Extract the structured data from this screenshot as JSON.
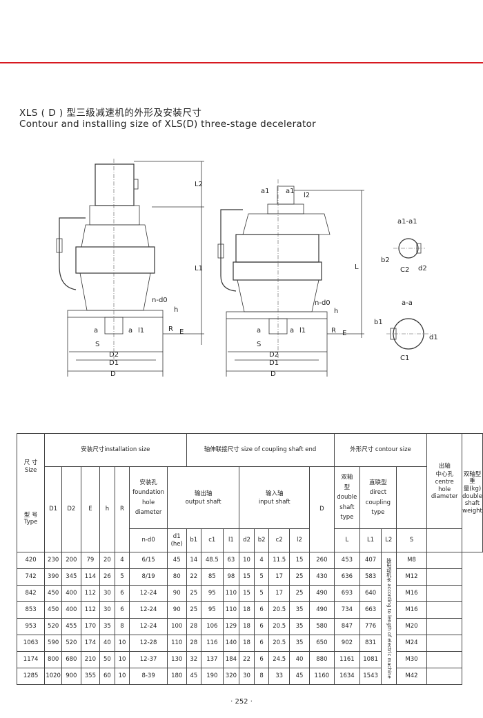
{
  "title_cn": "XLS ( D ) 型三级减速机的外形及安装尺寸",
  "title_en": "Contour and installing size of XLS(D) three-stage decelerator",
  "drawing_labels": {
    "L2": "L2",
    "L1": "L1",
    "L": "L",
    "l2": "l2",
    "l1": "l1",
    "a1": "a1",
    "n_d0": "n-d0",
    "h": "h",
    "R": "R",
    "E": "E",
    "a": "a",
    "S": "S",
    "D2": "D2",
    "D1": "D1",
    "D": "D",
    "section_a1": "a1-a1",
    "b2": "b2",
    "C2": "C2",
    "d2": "d2",
    "section_a": "a-a",
    "b1": "b1",
    "d1": "d1",
    "C1": "C1"
  },
  "table": {
    "corner_size_cn": "尺 寸",
    "corner_size_en": "Size",
    "corner_type_cn": "型 号",
    "corner_type_en": "Type",
    "group_install": "安装尺寸installation size",
    "group_coupling": "轴伸联接尺寸 size of coupling shaft end",
    "group_contour": "外形尺寸 contour size",
    "centre_hole": [
      "出轴",
      "中心孔",
      "centre",
      "hole",
      "diameter"
    ],
    "weight": [
      "双轴型重",
      "量(kg)",
      "double",
      "shaft",
      "weight"
    ],
    "foundation": [
      "安装孔",
      "foundation",
      "hole",
      "diameter"
    ],
    "output_shaft": [
      "输出轴",
      "output shaft"
    ],
    "input_shaft": [
      "输入轴",
      "input shaft"
    ],
    "double_shaft": [
      "双轴",
      "型double",
      "shaft",
      "type"
    ],
    "direct_coupling": [
      "直联型",
      "direct",
      "coupling",
      "type"
    ],
    "install_cols": [
      "D1",
      "D2",
      "E",
      "h",
      "R"
    ],
    "D": "D",
    "sub_ndo": "n-d0",
    "sub_d1": "d1",
    "sub_he": "(he)",
    "sub_rest": [
      "b1",
      "c1",
      "l1",
      "d2",
      "b2",
      "c2",
      "l2"
    ],
    "sub_L": "L",
    "sub_L1": "L1",
    "sub_L2": "L2",
    "sub_S": "S",
    "motor_note": "按电动机长 according to length of electric machine",
    "rows": [
      [
        "420",
        "230",
        "200",
        "79",
        "20",
        "4",
        "6/15",
        "45",
        "14",
        "48.5",
        "63",
        "10",
        "4",
        "11.5",
        "15",
        "260",
        "453",
        "407",
        "M8"
      ],
      [
        "742",
        "390",
        "345",
        "114",
        "26",
        "5",
        "8/19",
        "80",
        "22",
        "85",
        "98",
        "15",
        "5",
        "17",
        "25",
        "430",
        "636",
        "583",
        "M12"
      ],
      [
        "842",
        "450",
        "400",
        "112",
        "30",
        "6",
        "12-24",
        "90",
        "25",
        "95",
        "110",
        "15",
        "5",
        "17",
        "25",
        "490",
        "693",
        "640",
        "M16"
      ],
      [
        "853",
        "450",
        "400",
        "112",
        "30",
        "6",
        "12-24",
        "90",
        "25",
        "95",
        "110",
        "18",
        "6",
        "20.5",
        "35",
        "490",
        "734",
        "663",
        "M16"
      ],
      [
        "953",
        "520",
        "455",
        "170",
        "35",
        "8",
        "12-24",
        "100",
        "28",
        "106",
        "129",
        "18",
        "6",
        "20.5",
        "35",
        "580",
        "847",
        "776",
        "M20"
      ],
      [
        "1063",
        "590",
        "520",
        "174",
        "40",
        "10",
        "12-28",
        "110",
        "28",
        "116",
        "140",
        "18",
        "6",
        "20.5",
        "35",
        "650",
        "902",
        "831",
        "M24"
      ],
      [
        "1174",
        "800",
        "680",
        "210",
        "50",
        "10",
        "12-37",
        "130",
        "32",
        "137",
        "184",
        "22",
        "6",
        "24.5",
        "40",
        "880",
        "1161",
        "1081",
        "M30"
      ],
      [
        "1285",
        "1020",
        "900",
        "355",
        "60",
        "10",
        "8-39",
        "180",
        "45",
        "190",
        "320",
        "30",
        "8",
        "33",
        "45",
        "1160",
        "1634",
        "1543",
        "M42"
      ]
    ]
  },
  "page_number": "· 252 ·"
}
